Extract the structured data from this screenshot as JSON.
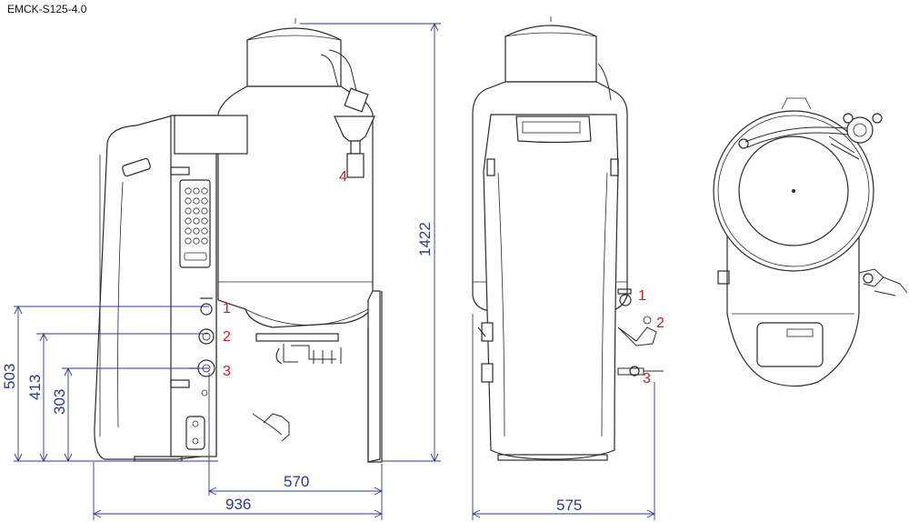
{
  "title": "EMCK-S125-4.0",
  "dimensions": {
    "total_height": "1422",
    "h_503": "503",
    "h_413": "413",
    "h_303": "303",
    "depth_570": "570",
    "depth_936": "936",
    "width_575": "575"
  },
  "labels": {
    "side": [
      "1",
      "2",
      "3",
      "4"
    ],
    "front": [
      "1",
      "2",
      "3"
    ]
  }
}
